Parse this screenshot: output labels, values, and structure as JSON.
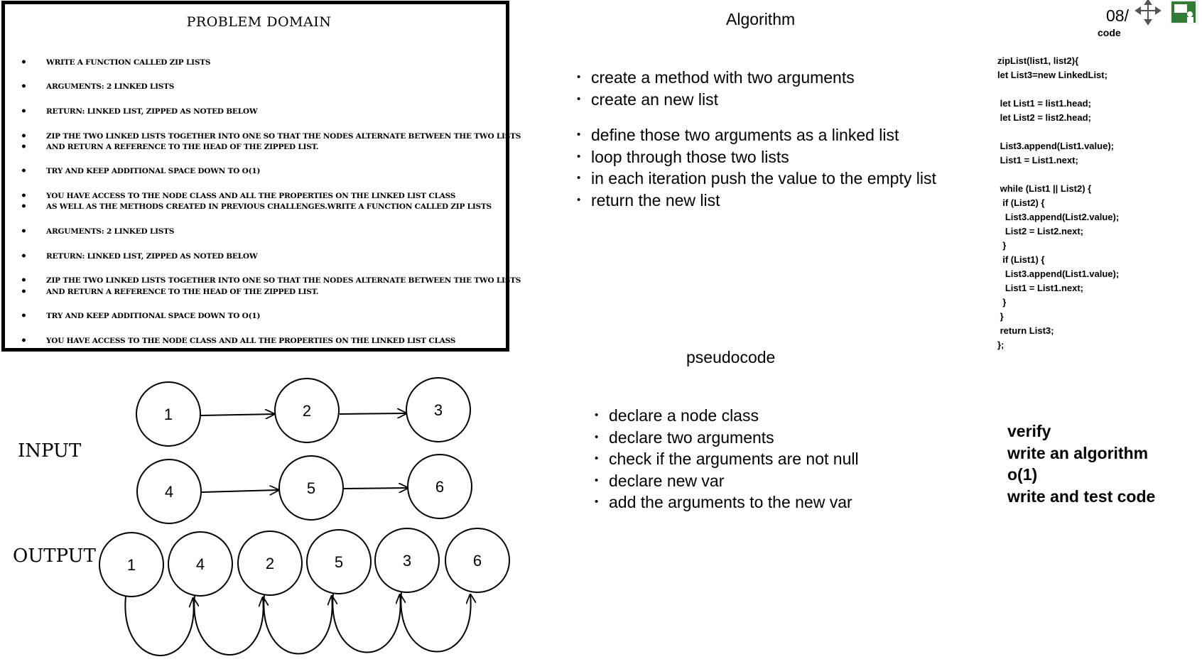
{
  "problem": {
    "title": "PROBLEM DOMAIN",
    "items": [
      "Write a function called zip lists",
      "Arguments: 2 linked lists",
      "Return: Linked List, zipped as noted below",
      "Zip the two linked lists together into one so that the nodes alternate between the two lists",
      "and return a reference to the head of the zipped list.",
      "Try and keep additional space down to O(1)",
      "You have access to the Node class and all the properties on the Linked List class",
      "as well as the methods created in previous challenges.Write a function called zip lists",
      "Arguments: 2 linked lists",
      "Return: Linked List, zipped as noted below",
      "Zip the two linked lists together into one so that the nodes alternate between the two lists",
      "and return a reference to the head of the zipped list.",
      "Try and keep additional space down to O(1)",
      "You have access to the Node class and all the properties on the Linked List class"
    ]
  },
  "algorithm": {
    "title": "Algorithm",
    "group1": [
      "create a method with two arguments",
      "create an new list"
    ],
    "group2": [
      "define those two arguments as a linked list",
      "loop through those two lists",
      "in each iteration push the value to the empty list",
      "return the new list"
    ]
  },
  "pseudocode": {
    "title": "pseudocode",
    "items": [
      "declare a node class",
      "declare two arguments",
      "check if the arguments are not null",
      "declare new var",
      "add the arguments to the new var"
    ]
  },
  "code": {
    "slide_number": "08/",
    "label": "code",
    "block1": "zipList(list1, list2){\nlet List3=new LinkedList;",
    "block2": " let List1 = list1.head;\n let List2 = list2.head;",
    "block3": " List3.append(List1.value);\n List1 = List1.next;",
    "block4": " while (List1 || List2) {\n  if (List2) {\n   List3.append(List2.value);\n   List2 = List2.next;\n  }\n  if (List1) {\n   List3.append(List1.value);\n   List1 = List1.next;\n  }\n }\n return List3;\n};"
  },
  "steps": [
    "verify",
    "write an algorithm",
    "o(1)",
    "write and test code"
  ],
  "diagram": {
    "input_label": "INPUT",
    "output_label": "OUTPUT",
    "list1": [
      "1",
      "2",
      "3"
    ],
    "list2": [
      "4",
      "5",
      "6"
    ],
    "output": [
      "1",
      "4",
      "2",
      "5",
      "3",
      "6"
    ]
  },
  "icons": [
    "move-icon",
    "presentation-icon"
  ],
  "colors": {
    "presentation_icon": "#2e7d32"
  }
}
